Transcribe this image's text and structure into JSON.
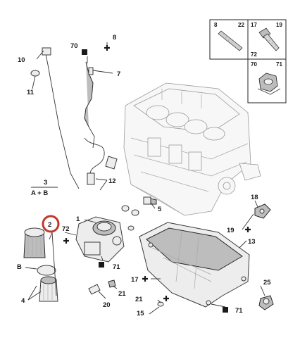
{
  "labels": {
    "l1": "1",
    "l2": "2",
    "l3": "3",
    "l4": "4",
    "l5": "5",
    "l7": "7",
    "l8": "8",
    "l10": "10",
    "l11": "11",
    "l12": "12",
    "l13": "13",
    "l15": "15",
    "l17": "17",
    "l18": "18",
    "l19": "19",
    "l20": "20",
    "l21a": "21",
    "l21b": "21",
    "l25": "25",
    "l70a": "70",
    "l71a": "71",
    "l71b": "71",
    "l72": "72",
    "lB": "B",
    "lAB": "A + B"
  },
  "inset": {
    "c8": "8",
    "c22": "22",
    "c17": "17",
    "c19": "19",
    "c72": "72",
    "c70": "70",
    "c71": "71"
  },
  "colors": {
    "highlight": "#c0392b",
    "ink": "#1a1a1a"
  }
}
